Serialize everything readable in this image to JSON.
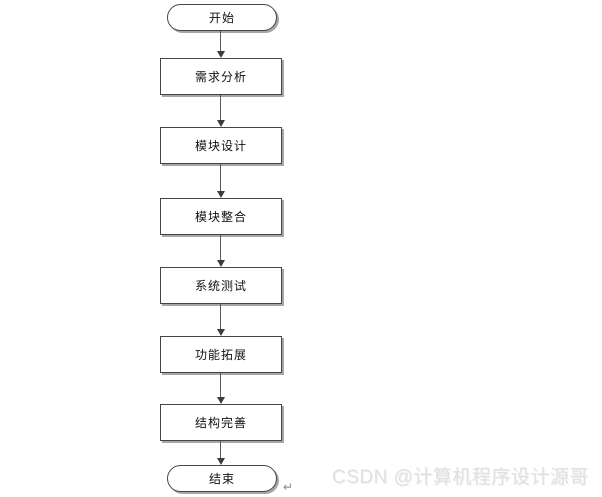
{
  "diagram": {
    "type": "flowchart",
    "direction": "top-down",
    "nodes": [
      {
        "label": "开始",
        "shape": "terminator"
      },
      {
        "label": "需求分析",
        "shape": "process"
      },
      {
        "label": "模块设计",
        "shape": "process"
      },
      {
        "label": "模块整合",
        "shape": "process"
      },
      {
        "label": "系统测试",
        "shape": "process"
      },
      {
        "label": "功能拓展",
        "shape": "process"
      },
      {
        "label": "结构完善",
        "shape": "process"
      },
      {
        "label": "结束",
        "shape": "terminator"
      }
    ],
    "edges": [
      {
        "from": "开始",
        "to": "需求分析"
      },
      {
        "from": "需求分析",
        "to": "模块设计"
      },
      {
        "from": "模块设计",
        "to": "模块整合"
      },
      {
        "from": "模块整合",
        "to": "系统测试"
      },
      {
        "from": "系统测试",
        "to": "功能拓展"
      },
      {
        "from": "功能拓展",
        "to": "结构完善"
      },
      {
        "from": "结构完善",
        "to": "结束"
      }
    ],
    "colors": {
      "node_fill": "#ffffff",
      "node_border": "#454545",
      "node_shadow": "#a6a6a6",
      "arrow": "#595959",
      "arrowhead": "#3d3d3d",
      "text": "#111111"
    }
  },
  "paragraph_mark": "↵",
  "watermark": {
    "text": "CSDN @计算机程序设计源哥",
    "color": "#e0e0e0"
  }
}
